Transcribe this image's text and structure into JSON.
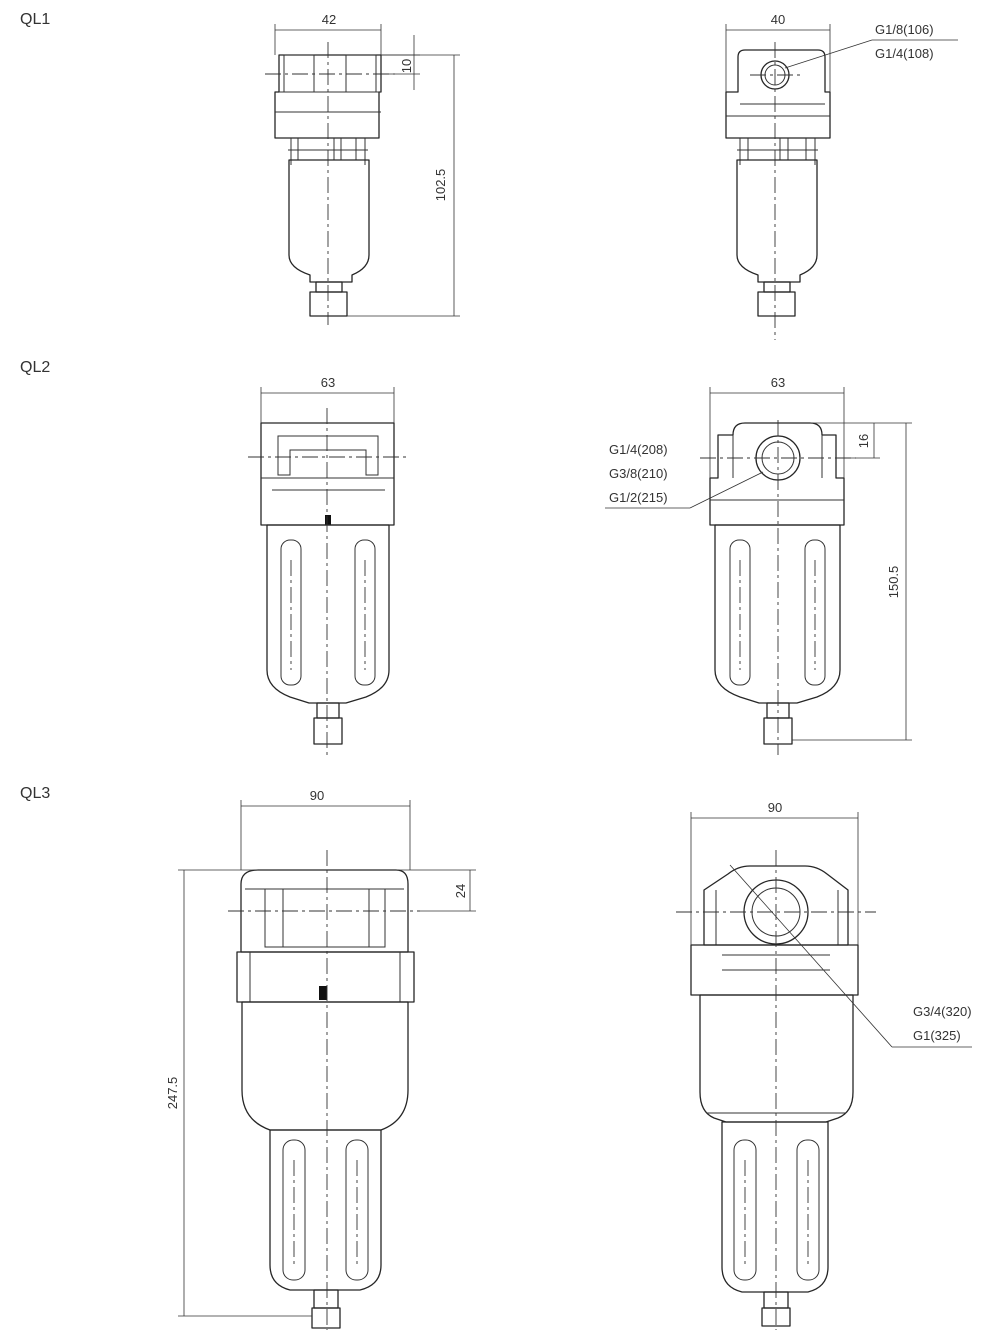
{
  "colors": {
    "line": "#262626",
    "background": "#ffffff"
  },
  "sections": [
    {
      "label": "QL1",
      "front": {
        "width": "42",
        "top_height": "10",
        "total_height": "102.5"
      },
      "side": {
        "width": "40",
        "ports": [
          "G1/8(106)",
          "G1/4(108)"
        ]
      }
    },
    {
      "label": "QL2",
      "front": {
        "width": "63"
      },
      "side": {
        "width": "63",
        "top_height": "16",
        "total_height": "150.5",
        "ports": [
          "G1/4(208)",
          "G3/8(210)",
          "G1/2(215)"
        ]
      }
    },
    {
      "label": "QL3",
      "front": {
        "width": "90",
        "top_height": "24",
        "total_height": "247.5"
      },
      "side": {
        "width": "90",
        "ports": [
          "G3/4(320)",
          "G1(325)"
        ]
      }
    }
  ]
}
